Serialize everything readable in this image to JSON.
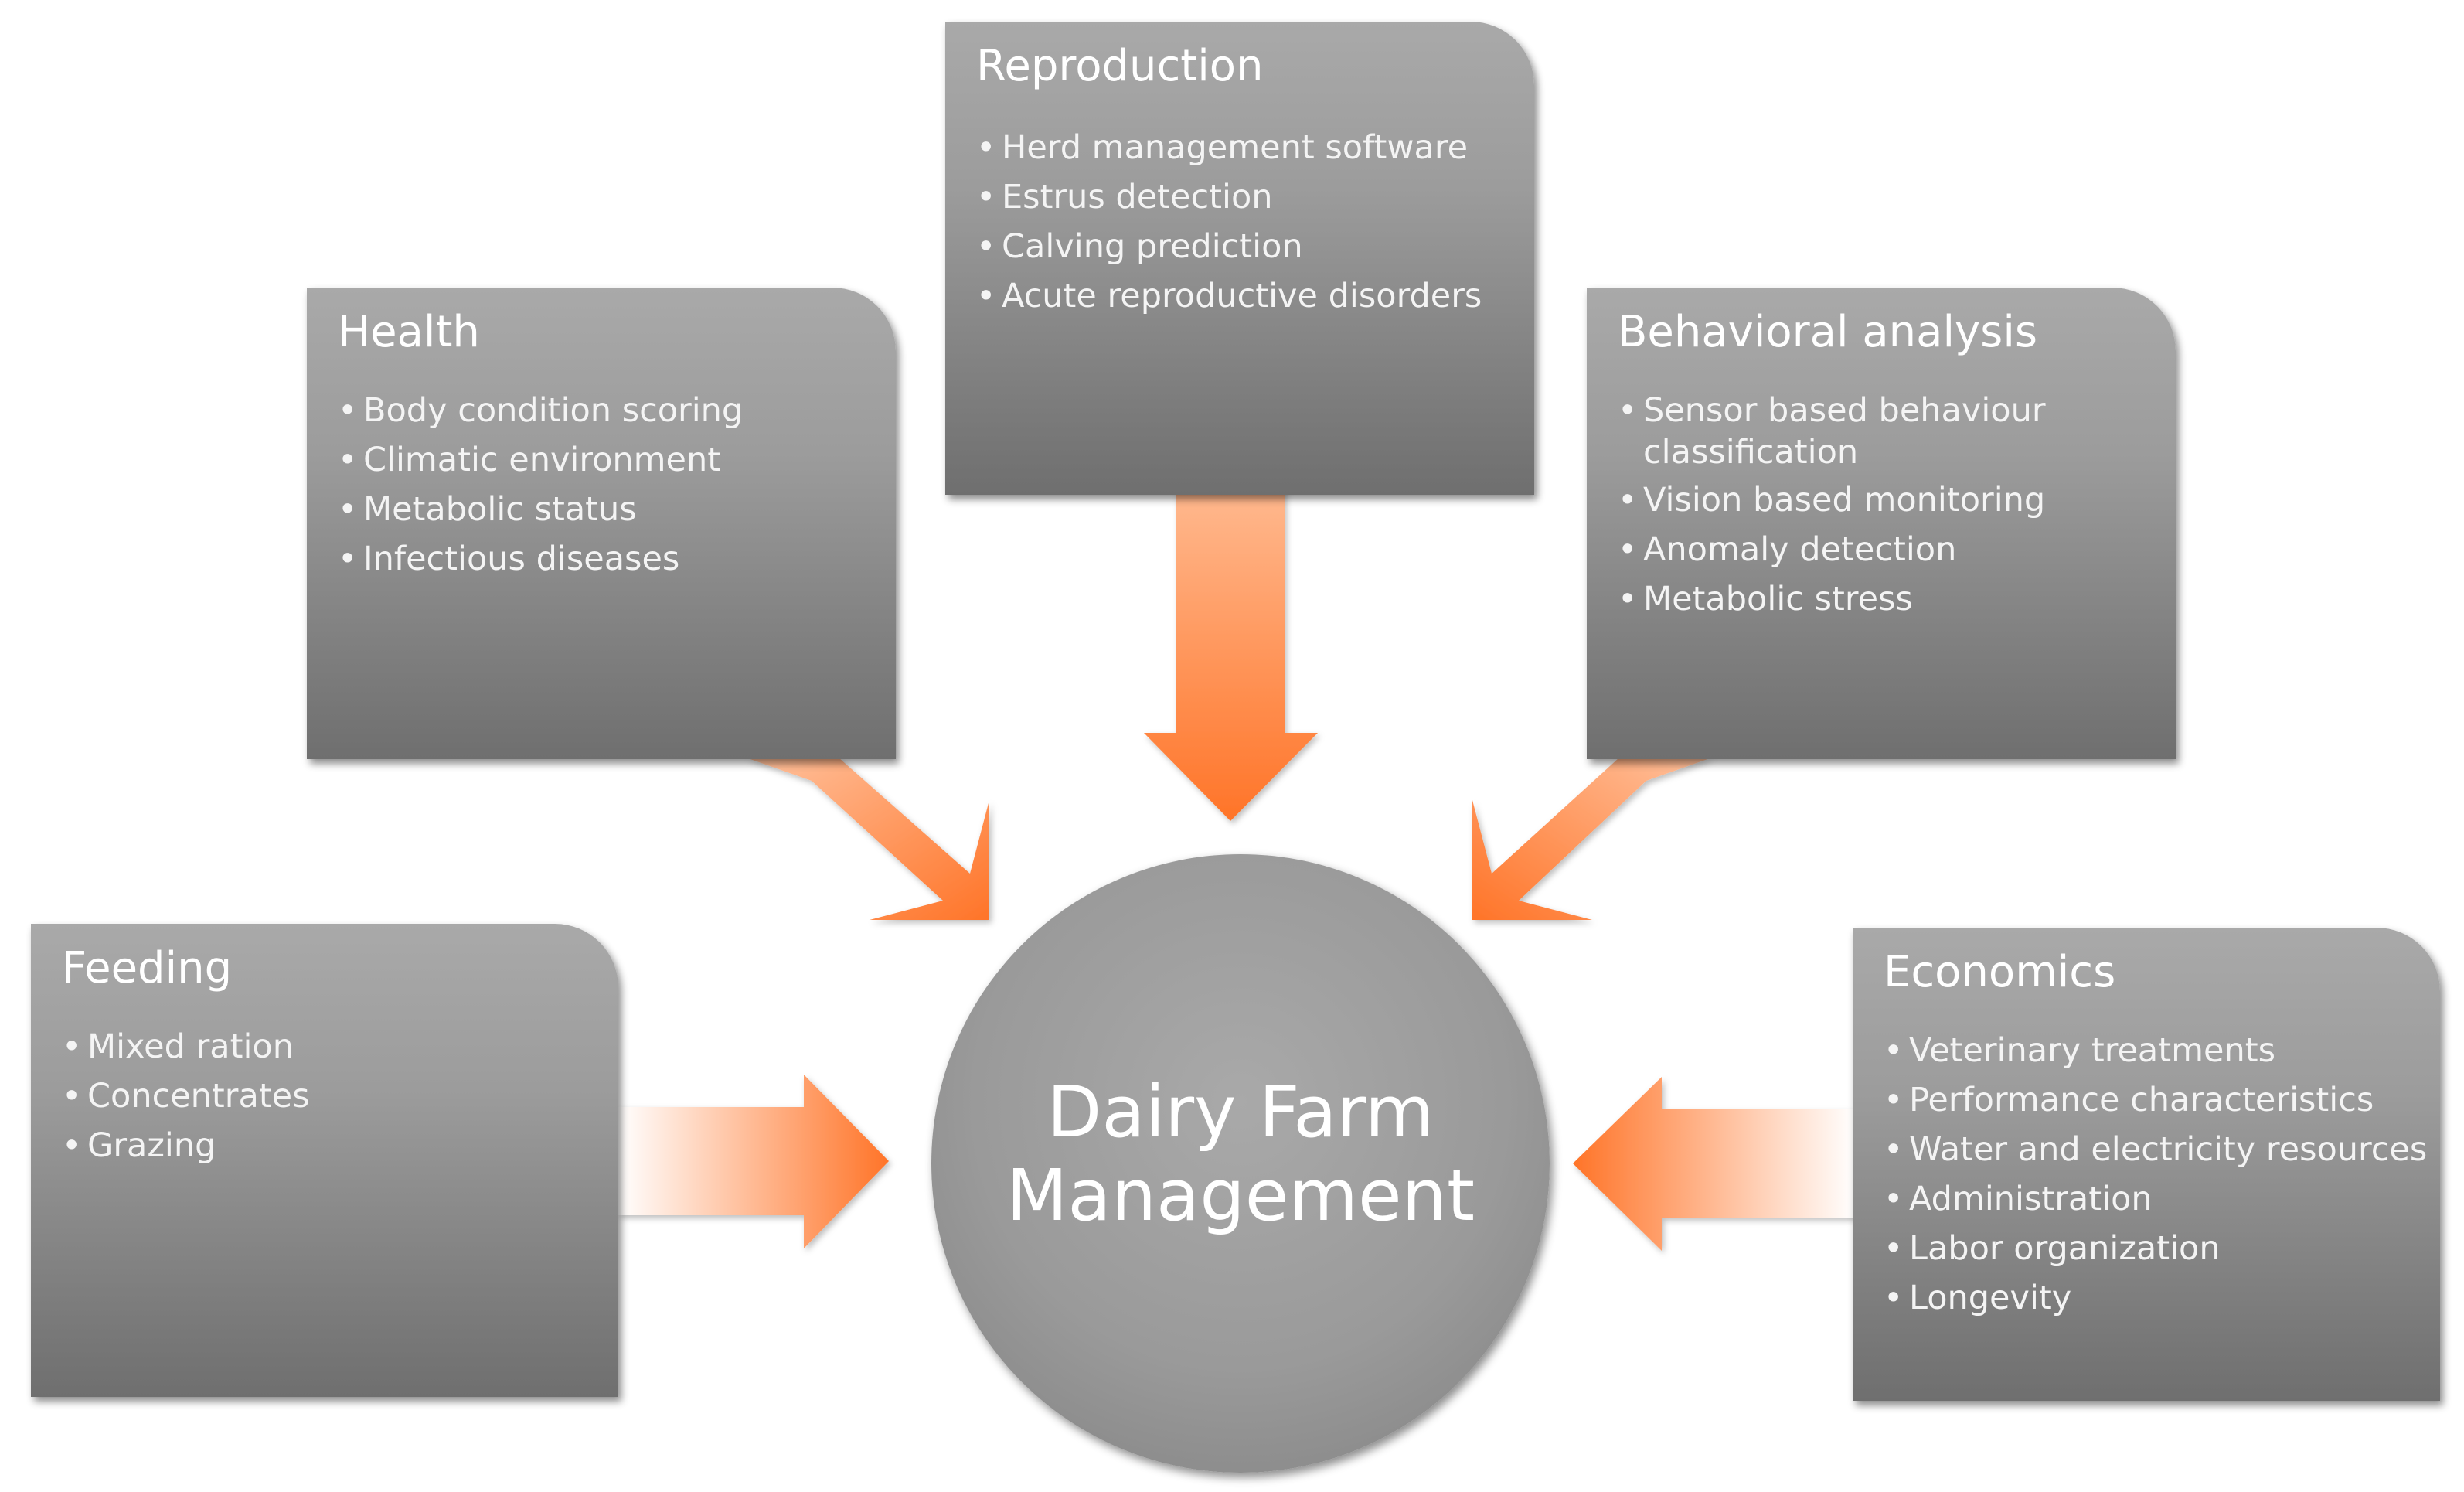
{
  "center": {
    "line1": "Dairy Farm",
    "line2": "Management"
  },
  "boxes": {
    "reproduction": {
      "title": "Reproduction",
      "items": [
        "Herd management software",
        "Estrus detection",
        "Calving prediction",
        "Acute reproductive disorders"
      ]
    },
    "health": {
      "title": "Health",
      "items": [
        "Body condition scoring",
        "Climatic environment",
        "Metabolic status",
        "Infectious diseases"
      ]
    },
    "behavioral": {
      "title": "Behavioral analysis",
      "items": [
        "Sensor based behaviour classification",
        "Vision based monitoring",
        "Anomaly detection",
        "Metabolic stress"
      ]
    },
    "feeding": {
      "title": "Feeding",
      "items": [
        "Mixed ration",
        "Concentrates",
        "Grazing"
      ]
    },
    "economics": {
      "title": "Economics",
      "items": [
        "Veterinary treatments",
        "Performance characteristics",
        "Water and electricity resources",
        "Administration",
        "Labor organization",
        "Longevity"
      ]
    }
  },
  "colors": {
    "arrow_dark": "#ff7a29",
    "arrow_light": "#ffd9c2",
    "box_gray": "#9c9c9c"
  }
}
